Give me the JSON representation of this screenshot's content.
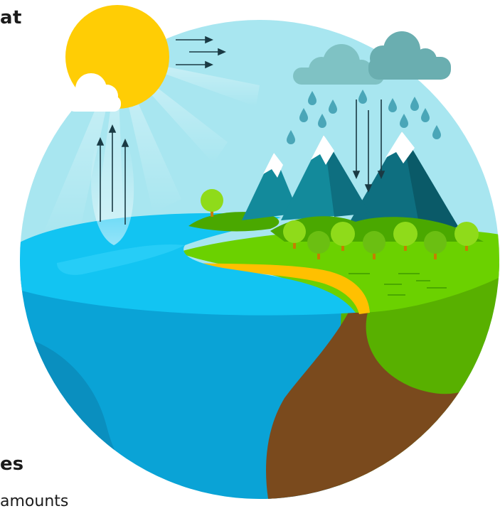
{
  "text_fragments": {
    "top_right_fragment": "at",
    "bottom_heading_fragment": "es",
    "bottom_text_fragment": "amounts"
  },
  "colors": {
    "sky": "#a8e6f0",
    "sun": "#ffcd05",
    "ocean_surface": "#12c4f2",
    "ocean_body": "#0aa3d6",
    "ocean_deep": "#0a8fbf",
    "land_surface": "#6bd100",
    "land_body": "#58b000",
    "soil": "#7a4a1d",
    "sand": "#ffc000",
    "mountain_dark": "#0e6f80",
    "mountain_mid": "#138a9b",
    "snow": "#ffffff",
    "cloud_grey": "#6fb5b8",
    "tree": "#8fdb1a",
    "arrow": "#1a3a44"
  },
  "icons": [
    "sun-icon",
    "cloud-icon",
    "rain-cloud-icon",
    "raindrop-icon",
    "mountain-icon",
    "tree-icon",
    "arrow-up-icon",
    "arrow-right-icon",
    "arrow-down-icon"
  ]
}
